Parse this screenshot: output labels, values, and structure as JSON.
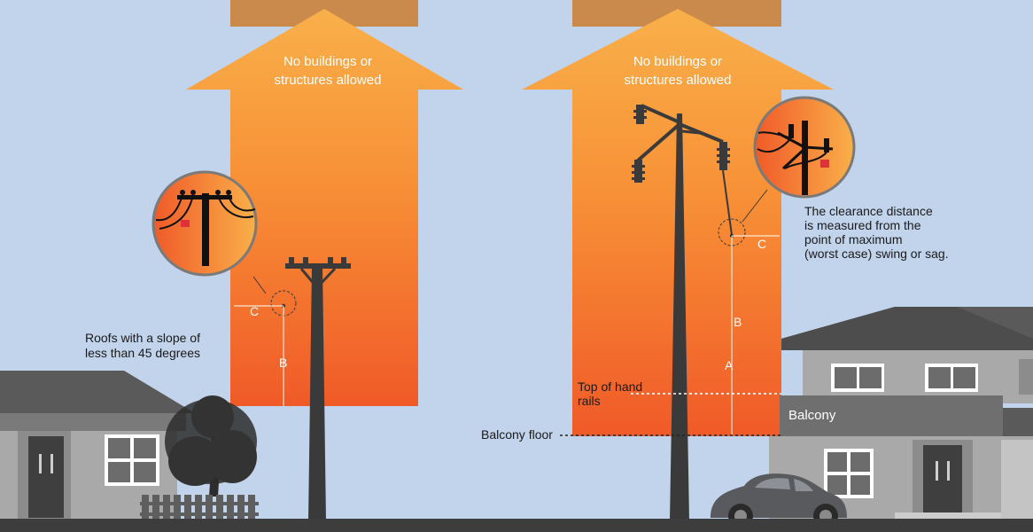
{
  "labels": {
    "arrow_left": [
      "No buildings or",
      "structures allowed"
    ],
    "arrow_right": [
      "No buildings or",
      "structures allowed"
    ],
    "roofs": [
      "Roofs with a slope of",
      "less than 45 degrees"
    ],
    "clearance": [
      "The clearance distance",
      "is measured from the",
      "point of maximum",
      "(worst case) swing or sag."
    ],
    "hand_rails": [
      "Top of hand",
      "rails"
    ],
    "balcony_floor": "Balcony floor",
    "balcony": "Balcony",
    "dim_b_left": "B",
    "dim_c_left": "C",
    "dim_b_right": "B",
    "dim_a_right": "A",
    "dim_c_right": "C"
  },
  "colors": {
    "sky": "#c2d3ec",
    "arrow_top": "#f7a540",
    "arrow_bottom": "#f05a28",
    "arrow_head_tip": "#c98a4c",
    "pole": "#3a3a3a",
    "house_dark": "#5a5a5a",
    "house_mid": "#8c8c8c",
    "house_light": "#a9a9a9",
    "ground": "#3d3d3d",
    "car": "#585a5e"
  }
}
